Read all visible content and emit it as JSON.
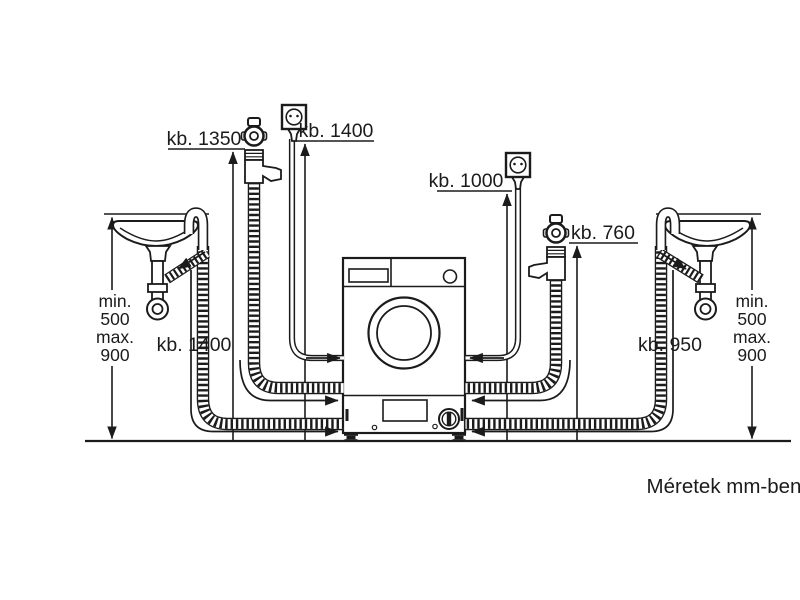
{
  "diagram": {
    "caption": "Méretek mm-ben",
    "connections": {
      "supply_hose_left": "kb. 1350",
      "power_cord_left": "kb. 1400",
      "power_cord_right": "kb. 1000",
      "supply_hose_right": "kb. 760",
      "drain_hose_left": "kb. 1400",
      "drain_hose_right": "kb. 950"
    },
    "drain_height": {
      "min_label": "min.",
      "min_value": "500",
      "max_label": "max.",
      "max_value": "900"
    },
    "colors": {
      "ink": "#1b1b1b",
      "background": "#ffffff"
    }
  }
}
